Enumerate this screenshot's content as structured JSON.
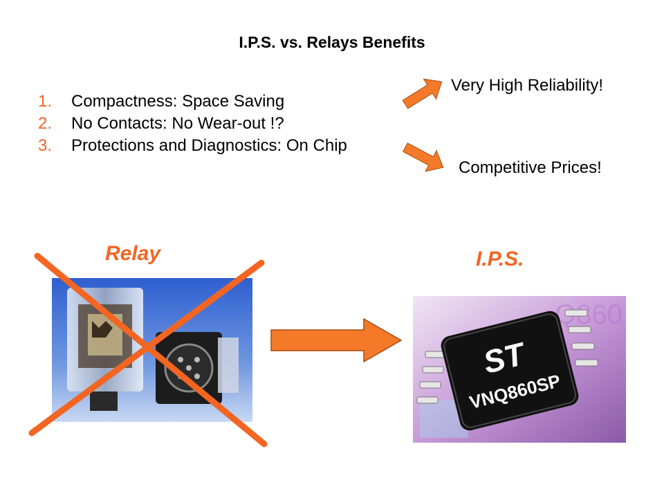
{
  "slide": {
    "title": "I.P.S. vs. Relays Benefits",
    "benefits": [
      {
        "num": "1.",
        "text": "Compactness: Space Saving"
      },
      {
        "num": "2.",
        "text": "No Contacts: No Wear-out !?"
      },
      {
        "num": "3.",
        "text": "Protections and Diagnostics: On Chip"
      }
    ],
    "result_reliability": "Very High Reliability!",
    "result_prices": "Competitive Prices!",
    "relay_label": "Relay",
    "ips_label": "I.P.S.",
    "chip_logo": "ST",
    "chip_part": "VNQ860SP",
    "chip_bg_text": "Q860"
  },
  "colors": {
    "accent_orange": "#f26522",
    "arrow_fill": "#f47a2a",
    "relay_background": "#3f6bd0",
    "chip_background": "#c89ad9"
  },
  "icons": {
    "relay": "relay-photo",
    "ips": "chip-photo",
    "cross": "cross-out-mark"
  }
}
